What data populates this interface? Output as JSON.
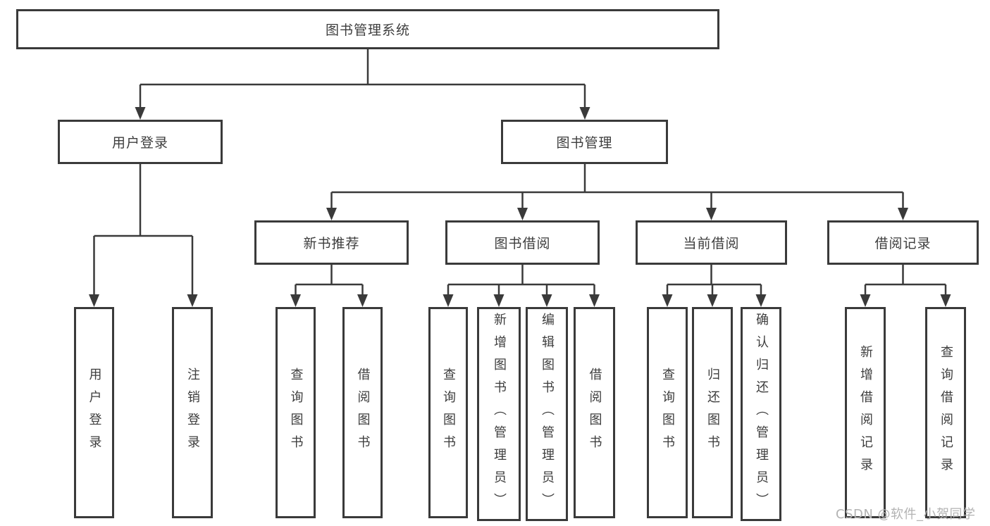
{
  "diagram": {
    "root": "图书管理系统",
    "branches": [
      {
        "label": "用户登录",
        "leaves": [
          "用户登录",
          "注销登录"
        ]
      },
      {
        "label": "图书管理",
        "groups": [
          {
            "label": "新书推荐",
            "leaves": [
              "查询图书",
              "借阅图书"
            ]
          },
          {
            "label": "图书借阅",
            "leaves": [
              "查询图书",
              "新增图书（管理员）",
              "编辑图书（管理员）",
              "借阅图书"
            ]
          },
          {
            "label": "当前借阅",
            "leaves": [
              "查询图书",
              "归还图书",
              "确认归还（管理员）"
            ]
          },
          {
            "label": "借阅记录",
            "leaves": [
              "新增借阅记录",
              "查询借阅记录"
            ]
          }
        ]
      }
    ]
  },
  "watermark": "CSDN @软件_小贺同学",
  "colors": {
    "line": "#3a3a3a",
    "text": "#3d3d3d",
    "watermark": "#b3b3b3",
    "background": "#ffffff"
  }
}
